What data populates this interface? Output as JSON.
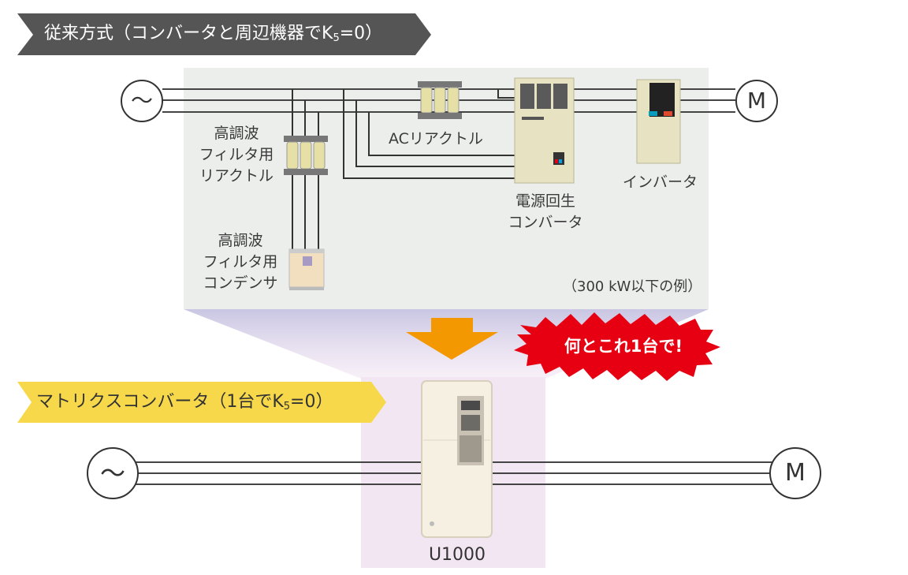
{
  "conventional": {
    "banner_prefix": "従来方式（コンバータと周辺機器でK",
    "banner_sub": "5",
    "banner_suffix": "=0）",
    "ac_source_symbol": "〜",
    "motor_symbol": "M",
    "labels": {
      "harmonic_filter_reactor": [
        "高調波",
        "フィルタ用",
        "リアクトル"
      ],
      "ac_reactor": "ACリアクトル",
      "regen_converter": [
        "電源回生",
        "コンバータ"
      ],
      "inverter": "インバータ",
      "harmonic_filter_capacitor": [
        "高調波",
        "フィルタ用",
        "コンデンサ"
      ],
      "note": "（300 kW以下の例）"
    }
  },
  "callout": "何とこれ1台で!",
  "matrix": {
    "banner_prefix": "マトリクスコンバータ（1台でK",
    "banner_sub": "5",
    "banner_suffix": "=0）",
    "ac_source_symbol": "〜",
    "motor_symbol": "M",
    "product_name": "U1000"
  },
  "colors": {
    "gray_banner": "#555555",
    "yellow_banner": "#f7d84a",
    "panel_bg": "#eceeec",
    "arrow_orange": "#f39800",
    "burst_red": "#e60012",
    "pink_bg": "#f3e6f3",
    "purple_fade": "#c9c6e3"
  }
}
